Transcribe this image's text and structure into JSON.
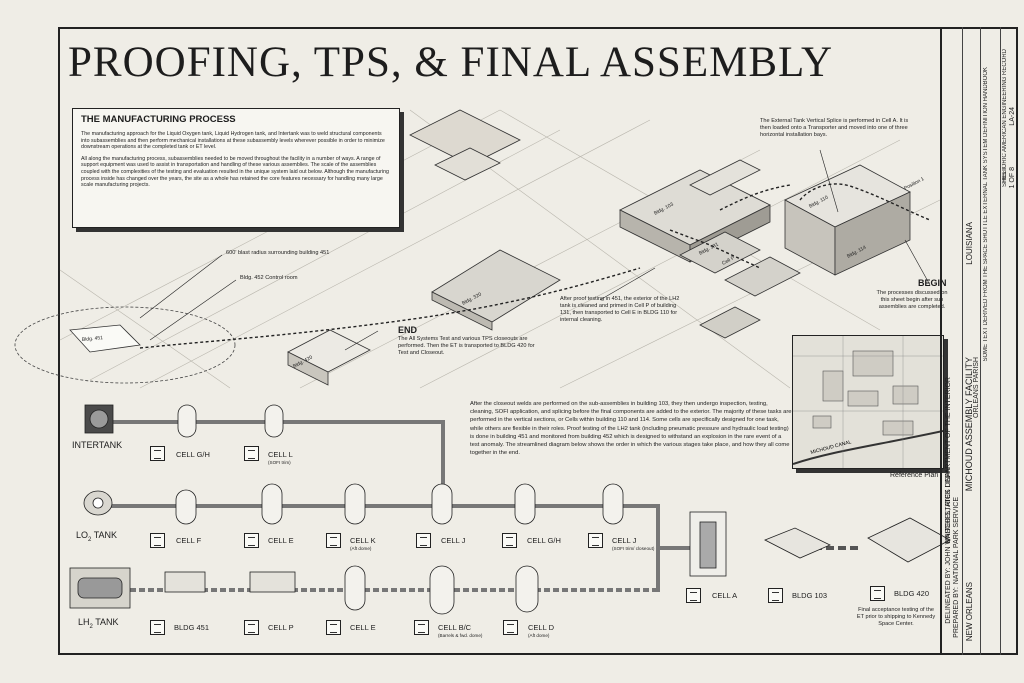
{
  "title": "PROOFING, TPS, & FINAL ASSEMBLY",
  "manufacturing": {
    "heading": "THE MANUFACTURING PROCESS",
    "para1": "The manufacturing approach for the Liquid Oxygen tank, Liquid Hydrogen tank, and Intertank was to weld structural components into subassemblies and then perform mechanical installations at these subassembly levels wherever possible in order to minimize downstream operations at the completed tank or ET level.",
    "para2": "All along the manufacturing process, subassemblies needed to be moved throughout the facility in a number of ways. A range of support equipment was used to assist in transportation and handling of these various assemblies. The scale of the assemblies coupled with the complexities of the testing and evaluation resulted in the unique system laid out below. Although the manufacturing process inside has changed over the years, the site as a whole has retained the core features necessary for handling many large scale manufacturing projects."
  },
  "notes": {
    "blast": "600' blast radius surrounding building 451",
    "control": "Bldg. 452 Control room",
    "vertical_splice": "The External Tank Vertical Splice is performed in Cell A. It is then loaded onto a Transporter and moved into one of three horizontal installation bays.",
    "proof": "After proof testing in 451, the exterior of the LH2 tank is cleaned and primed in Cell P of building 131, then transported to Cell E in BLDG 110 for internal cleaning.",
    "end_label": "END",
    "end_text": "The All Systems Test and various TPS closeouts are performed. Then the ET is transported to BLDG 420 for Test and Closeout.",
    "begin_label": "BEGIN",
    "begin_text": "The processes discussed on this sheet begin after sub assemblies are completed.",
    "reference_plan": "Reference Plan",
    "canal": "MICHOUD CANAL"
  },
  "process_text": "After the closeout welds are performed on the sub-assemblies in building 103, they then undergo inspection, testing, cleaning, SOFI application, and splicing before the final components are added to the exterior. The majority of these tasks are performed in the vertical sections, or Cells within building 110 and 114. Some cells are specifically designed for one task, while others are flexible in their roles. Proof testing of the LH2 tank (including pneumatic pressure and hydraulic load testing) is done in building 451 and monitored from building 452 which is designed to withstand an explosion in the rare event of a test anomaly. The streamlined diagram below shows the order in which the various stages take place, and how they all come together in the end.",
  "buildings": {
    "b103": "Bldg. 103",
    "b110": "Bldg. 110",
    "b114": "Bldg. 114",
    "b131": "Bldg. 131",
    "b451": "Bldg. 451",
    "b420": "Bldg. 420",
    "b320": "Bldg. 320",
    "cellp": "Cell P",
    "pos": "Position 1"
  },
  "sources": {
    "intertank": "INTERTANK",
    "lo2": "LO",
    "lo2_sub": "2",
    "lo2_tail": " TANK",
    "lh2": "LH",
    "lh2_sub": "2",
    "lh2_tail": " TANK"
  },
  "cells": {
    "row1": [
      {
        "label": "CELL G/H",
        "sub": ""
      },
      {
        "label": "CELL L",
        "sub": "(SOFI trim)"
      }
    ],
    "row2": [
      {
        "label": "CELL F",
        "sub": ""
      },
      {
        "label": "CELL E",
        "sub": ""
      },
      {
        "label": "CELL K",
        "sub": "(Aft dome)"
      },
      {
        "label": "CELL J",
        "sub": ""
      },
      {
        "label": "CELL G/H",
        "sub": ""
      },
      {
        "label": "CELL J",
        "sub": "(SOFI trim/ closeout)"
      }
    ],
    "row3": [
      {
        "label": "BLDG 451",
        "sub": ""
      },
      {
        "label": "CELL P",
        "sub": ""
      },
      {
        "label": "CELL E",
        "sub": ""
      },
      {
        "label": "CELL B/C",
        "sub": "(Barrels & fwd. dome)"
      },
      {
        "label": "CELL D",
        "sub": "(Aft dome)"
      }
    ],
    "final": [
      {
        "label": "CELL A"
      },
      {
        "label": "BLDG 103"
      },
      {
        "label": "BLDG 420"
      }
    ]
  },
  "final_note": "Final acceptance testing of the ET prior to shipping to Kennedy Space Center.",
  "titleblock": {
    "col1": "DELINEATED BY: JOHN WASCHEL, RICK LINAN",
    "col1b": "PREPARED BY:",
    "col1c": "NATIONAL PARK SERVICE",
    "col1d": "UNITED STATES DEPARTMENT OF THE INTERIOR",
    "city": "NEW ORLEANS",
    "facility": "MICHOUD ASSEMBLY FACILITY",
    "parish": "ORLEANS PARISH",
    "state": "LOUISIANA",
    "text_derived": "SOME TEXT DERIVED FROM THE SPACE SHUTTLE EXTERNAL TANK SYSTEM DEFINITION HANDBOOK",
    "record": "HISTORIC AMERICAN ENGINEERING RECORD",
    "record_no": "LA-24",
    "sheet_label": "SHEET",
    "sheet_num": "1 OF 8"
  },
  "colors": {
    "paper": "#efede6",
    "ink": "#1d1d1d",
    "pipe": "#777777"
  }
}
